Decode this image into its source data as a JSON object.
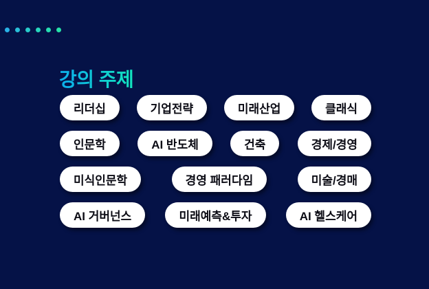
{
  "page": {
    "background_color": "#051247"
  },
  "decoration": {
    "dot_count": 6,
    "dot_colors": [
      "#29b2e6",
      "#29bfd9",
      "#28cbcb",
      "#27d6bd",
      "#26ddb2",
      "#26e3a8"
    ]
  },
  "title": {
    "text": "강의 주제",
    "gradient_from": "#0caeec",
    "gradient_to": "#12e4be"
  },
  "topics": {
    "rows": [
      {
        "items": [
          "리더십",
          "기업전략",
          "미래산업",
          "클래식"
        ]
      },
      {
        "items": [
          "인문학",
          "AI 반도체",
          "건축",
          "경제/경영"
        ]
      },
      {
        "items": [
          "미식인문학",
          "경영 패러다임",
          "미술/경매"
        ]
      },
      {
        "items": [
          "AI 거버넌스",
          "미래예측&투자",
          "AI 헬스케어"
        ]
      }
    ]
  }
}
